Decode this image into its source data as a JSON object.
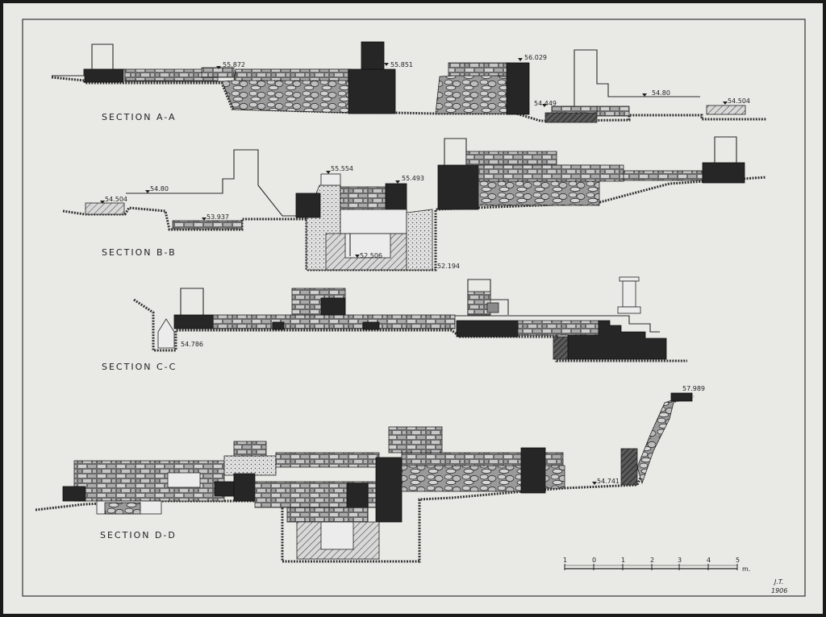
{
  "sections": [
    {
      "title": "SECTION A-A",
      "elevations": [
        "55.872",
        "55.851",
        "56.029",
        "54.449",
        "54.80",
        "54.504"
      ]
    },
    {
      "title": "SECTION B-B",
      "elevations": [
        "54.504",
        "54.80",
        "53.937",
        "55.554",
        "55.493",
        "52.506",
        "52.194"
      ]
    },
    {
      "title": "SECTION C-C",
      "elevations": [
        "54.786"
      ]
    },
    {
      "title": "SECTION D-D",
      "elevations": [
        "57.989",
        "54.741"
      ]
    }
  ],
  "scale": {
    "labels": [
      "1",
      "0",
      "1",
      "2",
      "3",
      "4",
      "5"
    ],
    "unit": "m."
  },
  "signature": {
    "initials": "J.T.",
    "year": "1906"
  }
}
